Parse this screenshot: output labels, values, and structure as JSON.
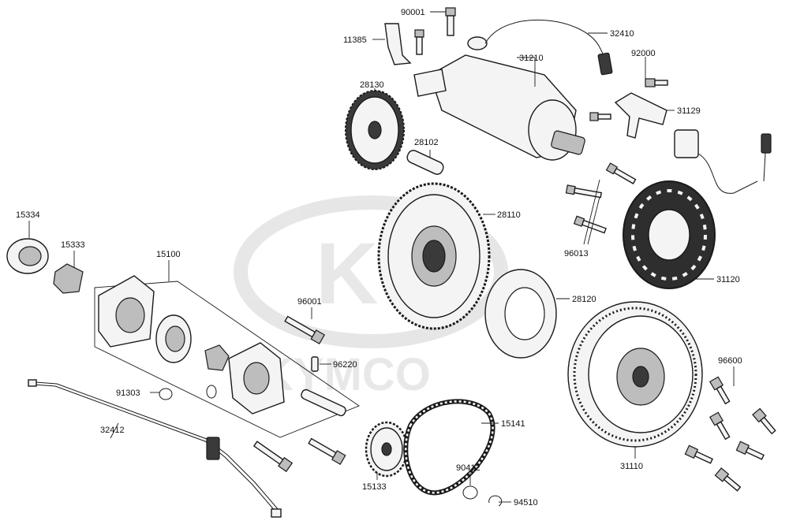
{
  "watermark": {
    "brand": "KYMCO",
    "logo_letters": "KC"
  },
  "parts": [
    {
      "id": "p90001",
      "number": "90001"
    },
    {
      "id": "p32410",
      "number": "32410"
    },
    {
      "id": "p11385",
      "number": "11385"
    },
    {
      "id": "p31210",
      "number": "31210"
    },
    {
      "id": "p92000",
      "number": "92000"
    },
    {
      "id": "p28130",
      "number": "28130"
    },
    {
      "id": "p31129",
      "number": "31129"
    },
    {
      "id": "p28102",
      "number": "28102"
    },
    {
      "id": "p15334",
      "number": "15334"
    },
    {
      "id": "p28110",
      "number": "28110"
    },
    {
      "id": "p15333",
      "number": "15333"
    },
    {
      "id": "p15100",
      "number": "15100"
    },
    {
      "id": "p96013",
      "number": "96013"
    },
    {
      "id": "p31120",
      "number": "31120"
    },
    {
      "id": "p28120",
      "number": "28120"
    },
    {
      "id": "p96001",
      "number": "96001"
    },
    {
      "id": "p96220",
      "number": "96220"
    },
    {
      "id": "p96600",
      "number": "96600"
    },
    {
      "id": "p91303",
      "number": "91303"
    },
    {
      "id": "p15141",
      "number": "15141"
    },
    {
      "id": "p32412",
      "number": "32412"
    },
    {
      "id": "p31110",
      "number": "31110"
    },
    {
      "id": "p90412",
      "number": "90412"
    },
    {
      "id": "p15133",
      "number": "15133"
    },
    {
      "id": "p94510",
      "number": "94510"
    }
  ]
}
